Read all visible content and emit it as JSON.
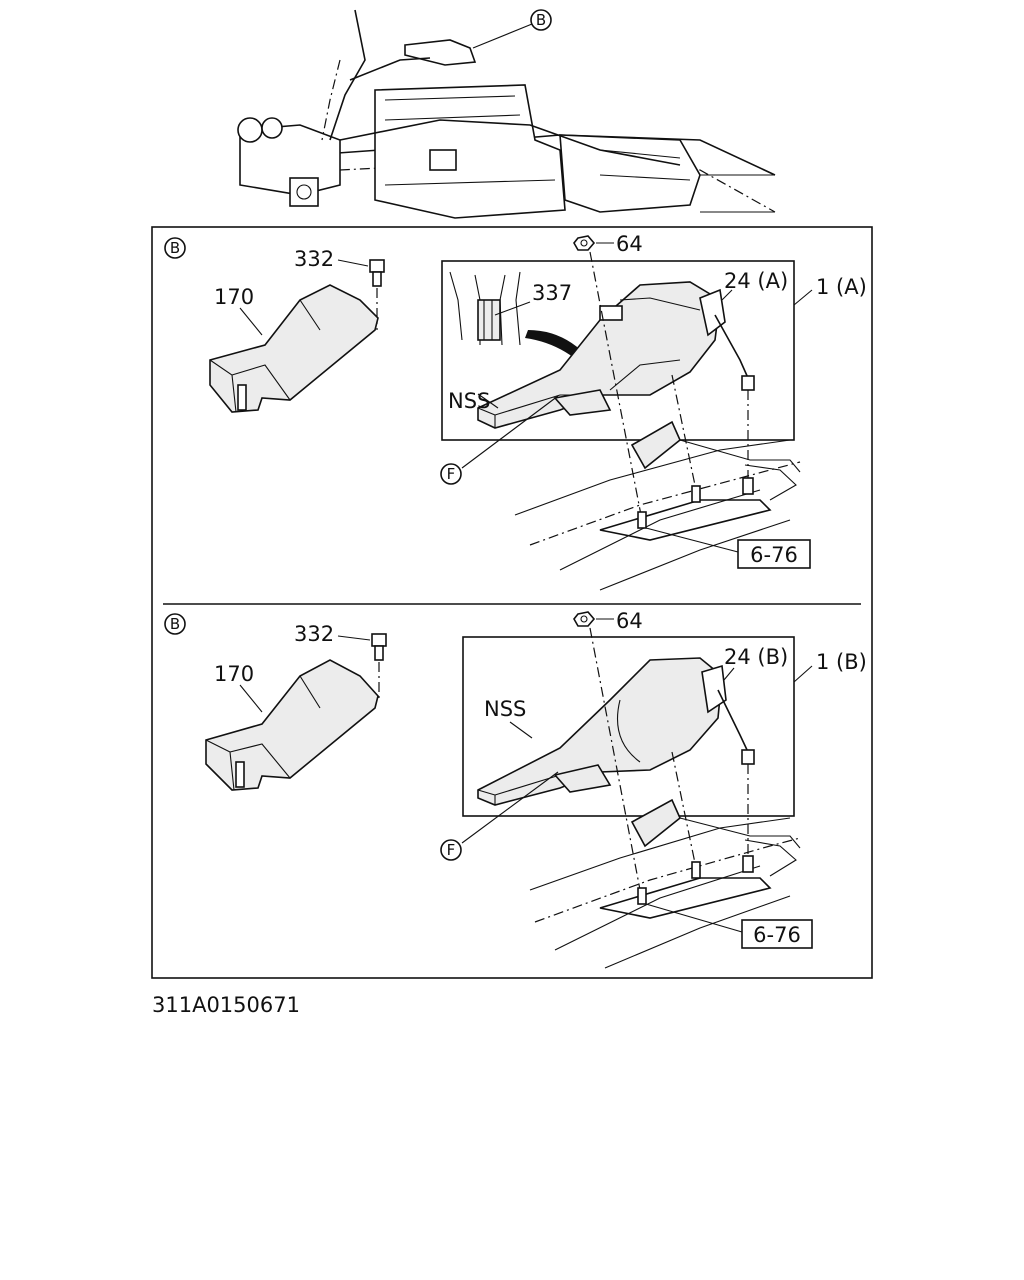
{
  "overview": {
    "callout_b": "B"
  },
  "panel_a": {
    "view_marker": "B",
    "labels": {
      "p332": "332",
      "p170": "170",
      "p64": "64",
      "p337": "337",
      "p24": "24 (A)",
      "p1": "1 (A)",
      "nss": "NSS",
      "f_marker": "F",
      "ref": "6-76"
    }
  },
  "panel_b": {
    "view_marker": "B",
    "labels": {
      "p332": "332",
      "p170": "170",
      "p64": "64",
      "p24": "24 (B)",
      "p1": "1 (B)",
      "nss": "NSS",
      "f_marker": "F",
      "ref": "6-76"
    }
  },
  "figure_code": "311A0150671"
}
